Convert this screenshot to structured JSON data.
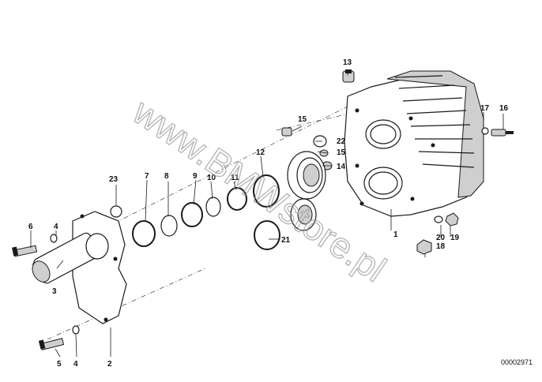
{
  "watermark": "www.BMWstore.pl",
  "drawing_number": "00002971",
  "callouts": [
    "1",
    "2",
    "3",
    "4",
    "4",
    "5",
    "6",
    "7",
    "8",
    "9",
    "10",
    "11",
    "12",
    "13",
    "14",
    "15",
    "15",
    "16",
    "17",
    "18",
    "19",
    "20",
    "21",
    "22",
    "23"
  ]
}
